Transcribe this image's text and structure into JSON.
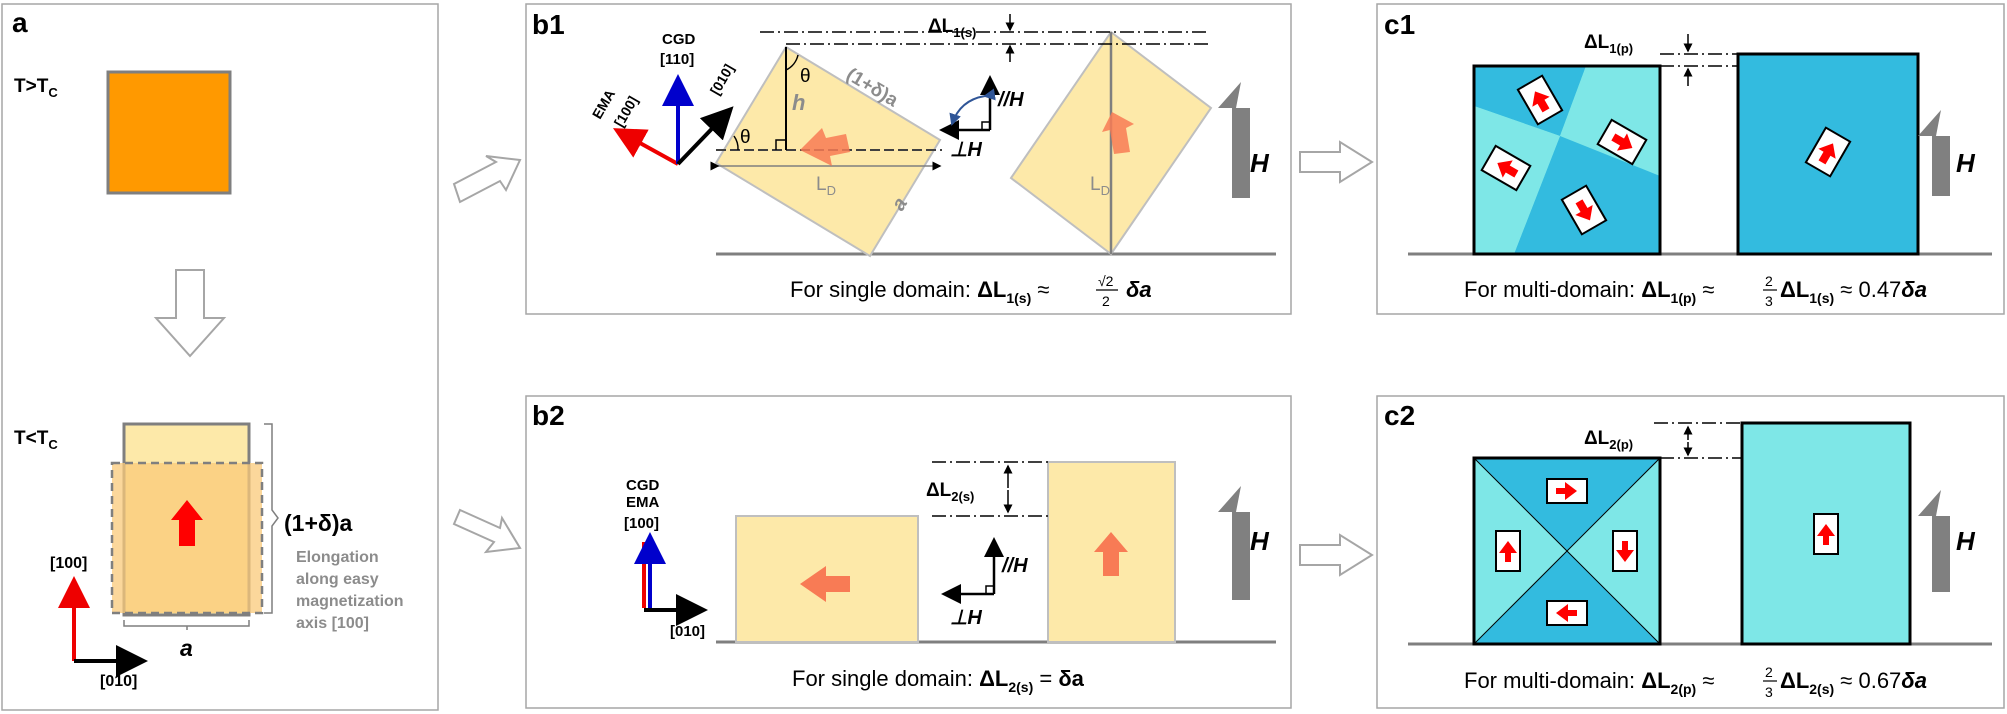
{
  "panel_a": {
    "label": "a",
    "t_above": "T>T",
    "t_below": "T<T",
    "t_sub": "C",
    "dim_height": "(1+δ)a",
    "dim_width": "a",
    "elongation_lines": [
      "Elongation",
      "along easy",
      "magnetization",
      "axis [100]"
    ],
    "axis_up": "[100]",
    "axis_right": "[010]"
  },
  "panel_b1": {
    "label": "b1",
    "cgd": "CGD",
    "cgd_dir": "[110]",
    "ema": "EMA",
    "ema_dir": "[100]",
    "dir_010": "[010]",
    "theta": "θ",
    "h": "h",
    "side": "(1+δ)a",
    "ld": "L",
    "ld_sub": "D",
    "a": "a",
    "para_h": "//H",
    "perp_h": "⊥H",
    "field": "H",
    "delta_main": "ΔL",
    "delta_sub": "1(s)",
    "caption_pre": "For single domain: ",
    "caption_main": "ΔL",
    "caption_sub": "1(s)",
    "caption_approx": " ≈ ",
    "frac_num": "√2",
    "frac_den": "2",
    "caption_tail": "δa"
  },
  "panel_b2": {
    "label": "b2",
    "cgd": "CGD",
    "ema": "EMA",
    "dir_100": "[100]",
    "dir_010": "[010]",
    "para_h": "//H",
    "perp_h": "⊥H",
    "field": "H",
    "delta_main": "ΔL",
    "delta_sub": "2(s)",
    "caption_pre": "For single domain: ",
    "caption_main": "ΔL",
    "caption_sub": "2(s)",
    "caption_eq": " = ",
    "caption_tail": "δa"
  },
  "panel_c1": {
    "label": "c1",
    "field": "H",
    "delta_main": "ΔL",
    "delta_sub": "1(p)",
    "caption_pre": "For multi-domain: ",
    "caption_main": "ΔL",
    "caption_sub": "1(p)",
    "caption_approx": " ≈ ",
    "frac_num": "2",
    "frac_den": "3",
    "caption_main2": "ΔL",
    "caption_sub2": "1(s)",
    "caption_tail": " ≈ 0.47",
    "caption_end": "δa"
  },
  "panel_c2": {
    "label": "c2",
    "field": "H",
    "delta_main": "ΔL",
    "delta_sub": "2(p)",
    "caption_pre": "For multi-domain: ",
    "caption_main": "ΔL",
    "caption_sub": "2(p)",
    "caption_approx": " ≈ ",
    "frac_num": "2",
    "frac_den": "3",
    "caption_main2": "ΔL",
    "caption_sub2": "2(s)",
    "caption_tail": " ≈ 0.67",
    "caption_end": "δa"
  },
  "colors": {
    "orange": "#ff9900",
    "domain_yellow": "#fde9a9",
    "cyan_light": "#7ee7e7",
    "cyan_dark": "#33bbdf",
    "arrow_red": "#ff0000",
    "arrow_salmon": "#f87b55",
    "field_gray": "#808080",
    "axis_blue": "#0000cc"
  }
}
